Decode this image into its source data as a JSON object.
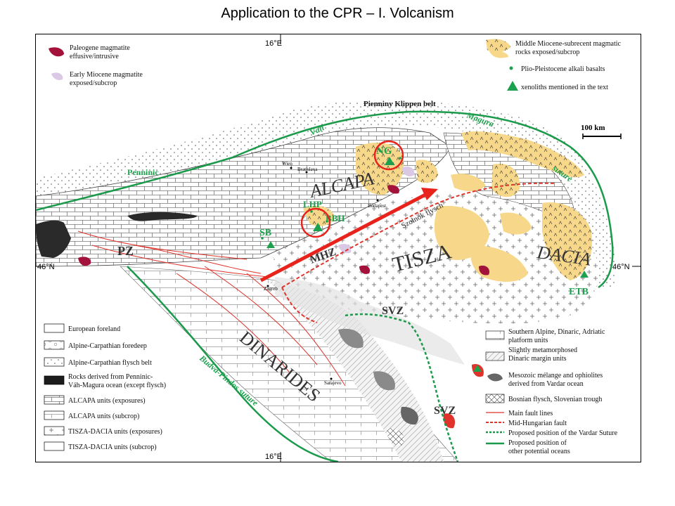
{
  "title": "Application to the CPR – I. Volcanism",
  "coords": {
    "top": "16°E",
    "bottom": "16°E",
    "left": "46°N",
    "right": "46°N"
  },
  "scale_bar": "100 km",
  "colors": {
    "green_suture": "#1a9a4a",
    "red_fault": "#e0332b",
    "arrow": "#e8231c",
    "circle": "#e8231c",
    "miocene": "#f7d88a",
    "yellow_dot": "#f2b71a",
    "paleogene": "#a3123a",
    "early_miocene": "#d9c9e4",
    "triangle": "#1ea14e",
    "label_green": "#1ea14e"
  },
  "legend_top_left": [
    {
      "line1": "Paleogene magmatite",
      "line2": "effusive/intrusive"
    },
    {
      "line1": "Early Miocene magmatite",
      "line2": "exposed/subcrop"
    }
  ],
  "legend_top_right": [
    {
      "line1": "Middle Miocene-subrecent magmatic",
      "line2": "rocks exposed/subcrop"
    },
    {
      "line1": "Plio-Pleistocene alkali basalts",
      "line2": ""
    },
    {
      "line1": "xenoliths mentioned in the text",
      "line2": ""
    }
  ],
  "legend_bottom_left": [
    {
      "line1": "European foreland",
      "line2": ""
    },
    {
      "line1": "Alpine-Carpathian foredeep",
      "line2": ""
    },
    {
      "line1": "Alpine-Carpathian flysch belt",
      "line2": ""
    },
    {
      "line1": "Rocks derived from Penninic-",
      "line2": "Váh-Magura ocean (except flysch)"
    },
    {
      "line1": "ALCAPA units (exposures)",
      "line2": ""
    },
    {
      "line1": "ALCAPA units (subcrop)",
      "line2": ""
    },
    {
      "line1": "TISZA-DACIA units (exposures)",
      "line2": ""
    },
    {
      "line1": "TISZA-DACIA units (subcrop)",
      "line2": ""
    }
  ],
  "legend_bottom_right": [
    {
      "line1": "Southern Alpine, Dinaric, Adriatic",
      "line2": "platform units"
    },
    {
      "line1": "Slightly metamorphosed",
      "line2": "Dinaric margin units"
    },
    {
      "line1": "Mesozoic mélange and ophiolites",
      "line2": "derived from Vardar ocean"
    },
    {
      "line1": "Bosnian flysch, Slovenian trough",
      "line2": ""
    },
    {
      "line1": "Main fault lines",
      "line2": ""
    },
    {
      "line1": "Mid-Hungarian fault",
      "line2": ""
    },
    {
      "line1": "Proposed position of the Vardar Suture",
      "line2": ""
    },
    {
      "line1": "Proposed position of",
      "line2": "other potential oceans"
    }
  ],
  "region_labels": {
    "alcapa": "ALCAPA",
    "tisza": "TISZA",
    "dacia": "DACIA",
    "dinarides": "DINARIDES",
    "pz": "PZ",
    "mhz": "MHZ",
    "svz1": "SVZ",
    "svz2": "SVZ"
  },
  "feature_labels": {
    "pienniny": "Pienniny Klippen belt",
    "vah": "Váh",
    "magura": "Magura",
    "suture": "suture",
    "penninic": "Penninic",
    "szolnok": "Szolnok flysch",
    "budva": "Budva-Pindos suture"
  },
  "site_labels": {
    "ng": "NG",
    "lhp": "LHP",
    "bbh": "BBH",
    "sb": "SB",
    "etb": "ETB"
  },
  "cities": {
    "wien": "Wien",
    "bratislava": "Bratislava",
    "budapest": "Budapest",
    "zagreb": "Zagreb",
    "sarajevo": "Sarajevo"
  }
}
